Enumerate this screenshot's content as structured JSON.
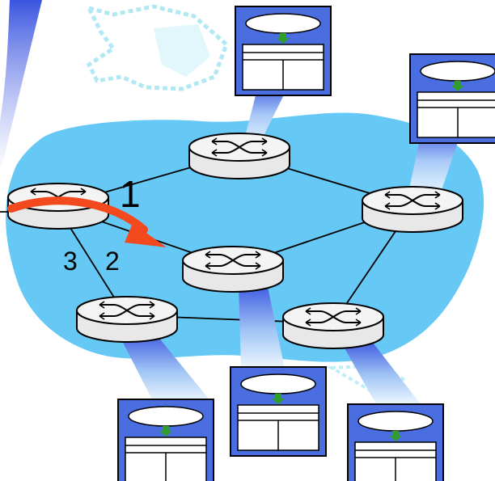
{
  "colors": {
    "network_cloud": "#66c8f5",
    "router_body": "#f0f0f0",
    "router_outline": "#000000",
    "table_box_fill": "#4a6ee0",
    "table_inner": "#ffffff",
    "beam_top": "#3a55e0",
    "beam_bottom": "#e8f4ff",
    "arrow": "#f24a1e",
    "link": "#000000",
    "faint_background_sketch": "#a8e6f2"
  },
  "icons": {
    "router": "router-icon",
    "forwarding_table": "forwarding-table-icon",
    "arrow": "curved-arrow"
  },
  "ports": {
    "port_1": "1",
    "port_2": "2",
    "port_3": "3"
  }
}
